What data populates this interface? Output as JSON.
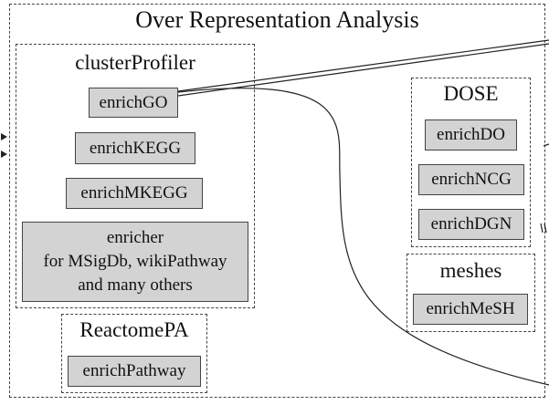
{
  "title": "Over Representation Analysis",
  "groups": {
    "clusterProfiler": {
      "label": "clusterProfiler",
      "nodes": {
        "enrichGO": "enrichGO",
        "enrichKEGG": "enrichKEGG",
        "enrichMKEGG": "enrichMKEGG",
        "enricher": [
          "enricher",
          "for MSigDb, wikiPathway",
          "and many others"
        ]
      }
    },
    "reactomepa": {
      "label": "ReactomePA",
      "nodes": {
        "enrichPathway": "enrichPathway"
      }
    },
    "dose": {
      "label": "DOSE",
      "nodes": {
        "enrichDO": "enrichDO",
        "enrichNCG": "enrichNCG",
        "enrichDGN": "enrichDGN"
      }
    },
    "meshes": {
      "label": "meshes",
      "nodes": {
        "enrichMeSH": "enrichMeSH"
      }
    }
  },
  "colors": {
    "node_fill": "#d3d3d3",
    "border": "#444444",
    "line": "#222222"
  }
}
